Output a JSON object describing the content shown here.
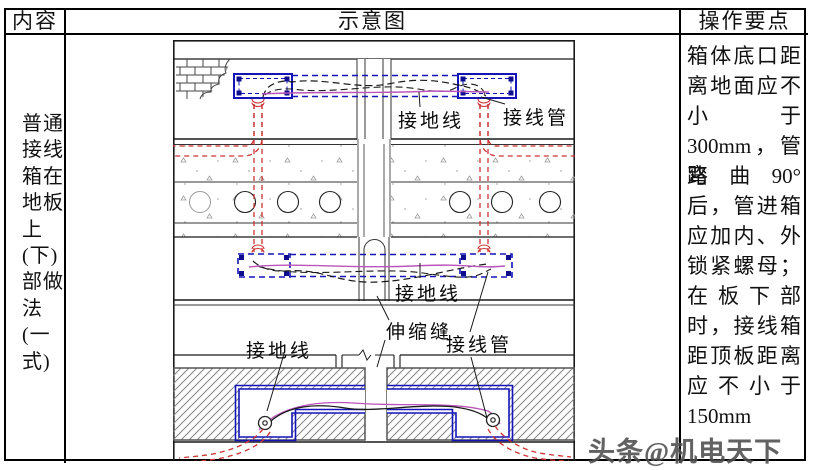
{
  "header": {
    "col1": "内容",
    "col2": "示意图",
    "col3": "操作要点"
  },
  "left_column": {
    "lines": [
      "普通",
      "接线",
      "箱在",
      "地板",
      "上",
      "(下)",
      "部做",
      "法",
      "(一",
      "式)"
    ]
  },
  "right_column": {
    "lines": [
      "箱体底口距",
      "离地面应不",
      "小于",
      "300mm，管路",
      "弯曲90°",
      "后，管进箱",
      "应加内、外",
      "锁紧螺母；",
      "在板下部",
      "时，接线箱",
      "距顶板距离",
      "应不小于",
      "150mm"
    ]
  },
  "diagram": {
    "labels": {
      "ground_wire_top": "接地线",
      "conduit_top": "接线管",
      "ground_wire_mid": "接地线",
      "expansion_joint": "伸缩缝",
      "ground_wire_bottom": "接地线",
      "conduit_bottom": "接线管"
    }
  },
  "watermark": "头条@机电天下",
  "colors": {
    "box_blue": "#1414b8",
    "wire_magenta": "#bb55bb",
    "conduit_red": "#cc3333",
    "line_black": "#1a1a1a"
  }
}
